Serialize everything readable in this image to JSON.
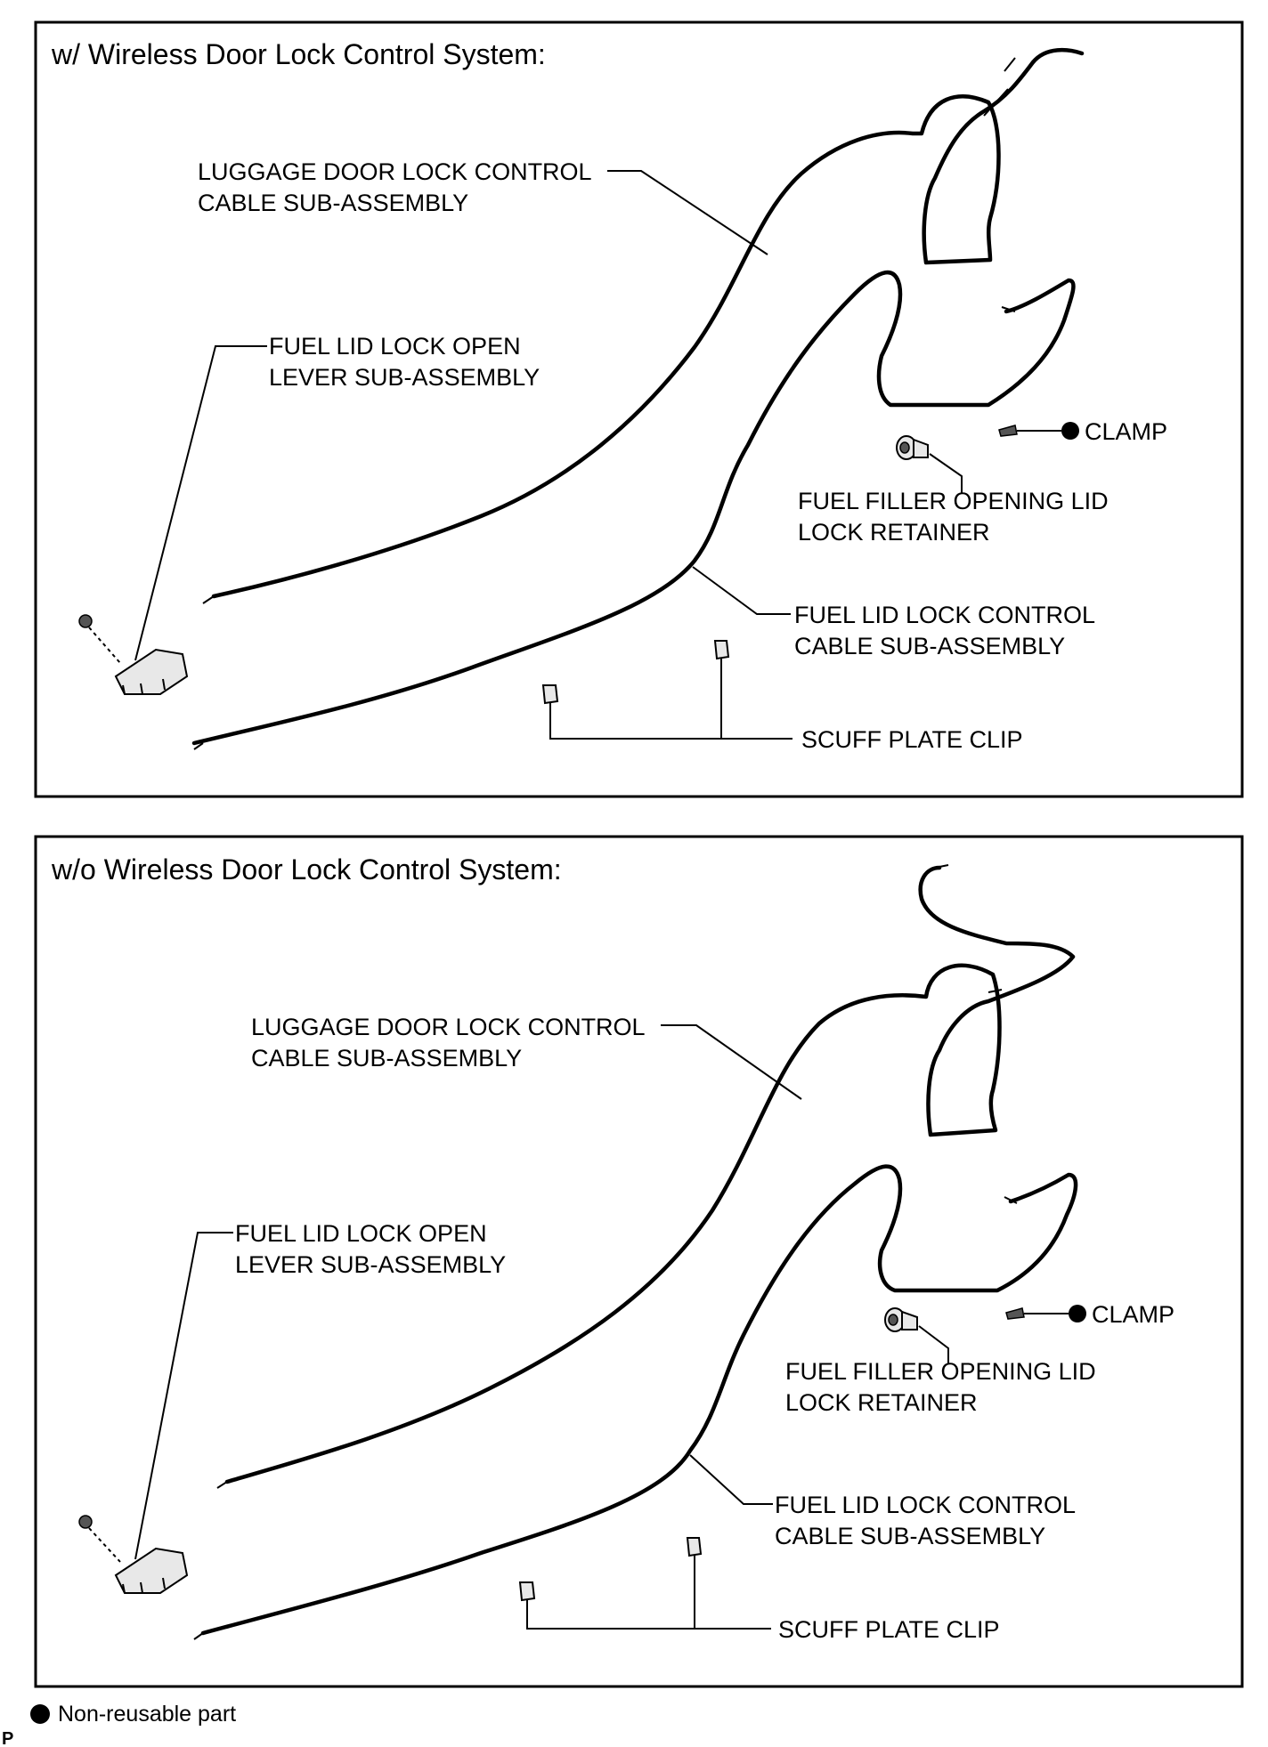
{
  "panels": [
    {
      "title": "w/ Wireless Door Lock Control System:",
      "labels": {
        "luggage_1": "LUGGAGE DOOR LOCK CONTROL",
        "luggage_2": "CABLE SUB-ASSEMBLY",
        "lever_1": "FUEL LID LOCK OPEN",
        "lever_2": "LEVER SUB-ASSEMBLY",
        "clamp": "CLAMP",
        "retainer_1": "FUEL FILLER OPENING LID",
        "retainer_2": "LOCK RETAINER",
        "fuel_cable_1": "FUEL LID LOCK CONTROL",
        "fuel_cable_2": "CABLE SUB-ASSEMBLY",
        "scuff": "SCUFF PLATE CLIP"
      }
    },
    {
      "title": "w/o Wireless Door Lock Control System:",
      "labels": {
        "luggage_1": "LUGGAGE DOOR LOCK CONTROL",
        "luggage_2": "CABLE SUB-ASSEMBLY",
        "lever_1": "FUEL LID LOCK OPEN",
        "lever_2": "LEVER SUB-ASSEMBLY",
        "clamp": "CLAMP",
        "retainer_1": "FUEL FILLER OPENING LID",
        "retainer_2": "LOCK RETAINER",
        "fuel_cable_1": "FUEL LID LOCK CONTROL",
        "fuel_cable_2": "CABLE SUB-ASSEMBLY",
        "scuff": "SCUFF PLATE CLIP"
      }
    }
  ],
  "legend": {
    "non_reusable": "Non-reusable part",
    "icon": "filled-circle-icon"
  },
  "footer_code": "P"
}
